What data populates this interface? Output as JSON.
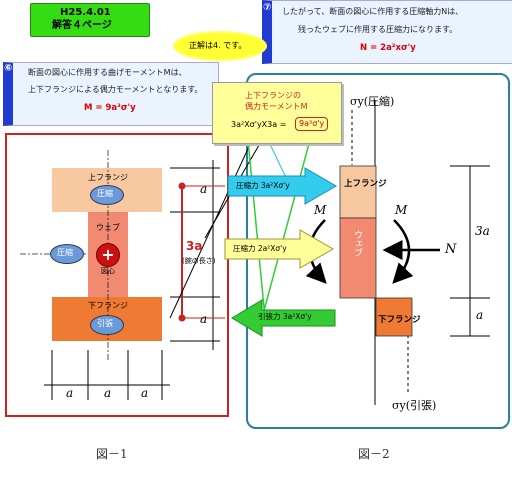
{
  "title_box": {
    "line1": "H25.4.01",
    "line2": "解答４ページ"
  },
  "callout7": {
    "marker": "⑦",
    "line1": "したがって、断面の図心に作用する圧縮軸力Nは、",
    "line2": "残ったウェブに作用する圧縮力になります。",
    "formula": "N = 2a²xσ'y"
  },
  "callout6": {
    "marker": "⑥",
    "line1": "断面の図心に作用する曲げモーメントMは、",
    "line2": "上下フランジによる偶力モーメントとなります。",
    "formula": "M = 9a³σ'y"
  },
  "answer_bubble": "正解は4. です。",
  "couple_box": {
    "title1": "上下フランジの",
    "title2": "偶力モーメントM",
    "formula": "3a²Xσ'yX3a =",
    "result": "9a³σ'y"
  },
  "fig1": {
    "upper_flange": "上フランジ",
    "compression": "圧縮",
    "web": "ウェブ",
    "centroid": "図心",
    "lower_flange": "下フランジ",
    "tension": "引張",
    "side_compression": "圧縮",
    "dim_a": "a",
    "arm_value": "3a",
    "arm_note": "(腕の長さ)",
    "caption": "図－1"
  },
  "arrows": {
    "top": "圧縮力  3a²Xσ'y",
    "middle": "圧縮力  2a²Xσ'y",
    "bottom": "引張力  3a²Xσ'y"
  },
  "fig2": {
    "sigma_top": "σy(圧縮)",
    "upper_flange": "上フランジ",
    "web": "ウェブ",
    "lower_flange": "下フランジ",
    "moment": "M",
    "axial": "N",
    "dim_3a": "3a",
    "dim_a": "a",
    "sigma_bottom": "σy(引張)",
    "caption": "図－2"
  },
  "colors": {
    "title_green": "#33dd11",
    "callout_blue": "#1f3bd1",
    "callout_bg": "#eaf3ff",
    "flange_tan": "#f8c9a0",
    "web_salmon": "#f28a72",
    "tension_orange": "#ee7a33",
    "fig1_frame": "#cc2222",
    "fig2_frame": "#2a7fa0",
    "answer_yellow": "#ffff33",
    "arrow_cyan": "#33ccee",
    "arrow_yellow": "#ffff99",
    "arrow_green": "#33cc33"
  }
}
